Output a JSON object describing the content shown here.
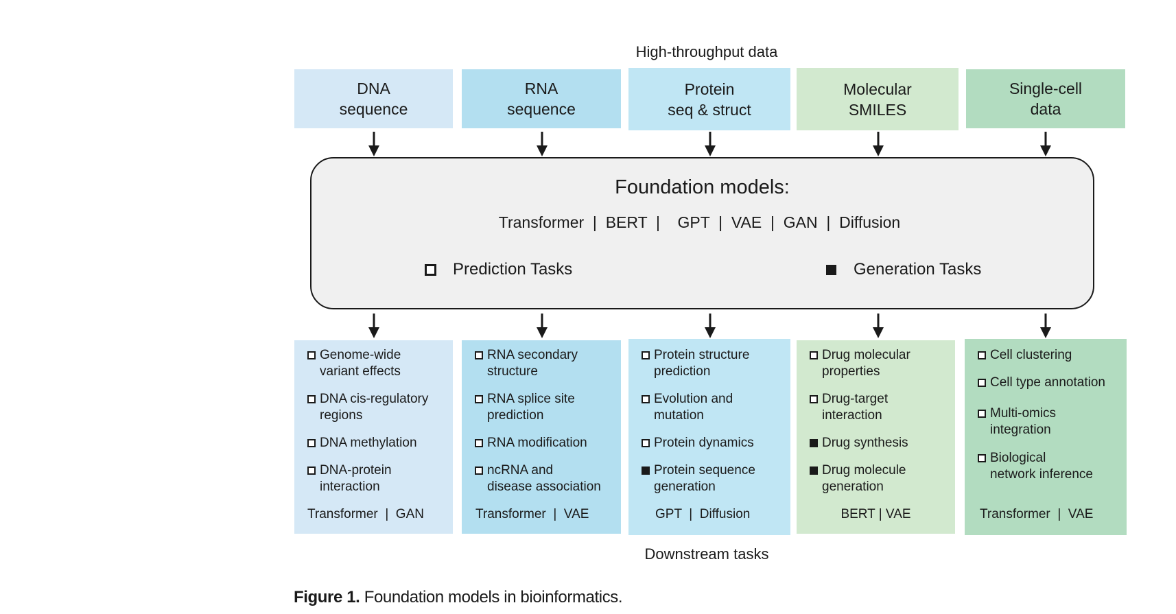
{
  "header": "High-throughput data",
  "footer": "Downstream tasks",
  "inputs": [
    {
      "label": "DNA\nsequence",
      "color": "#d5e8f6"
    },
    {
      "label": "RNA\nsequence",
      "color": "#b3dff0"
    },
    {
      "label": "Protein\nseq & struct",
      "color": "#c0e6f4"
    },
    {
      "label": "Molecular\nSMILES",
      "color": "#d2e9cf"
    },
    {
      "label": "Single-cell\ndata",
      "color": "#b2dcc0"
    }
  ],
  "foundation": {
    "title": "Foundation models:",
    "models": "Transformer  |  BERT  |    GPT  |  VAE  |  GAN  |  Diffusion",
    "legend_prediction": "Prediction Tasks",
    "legend_generation": "Generation Tasks"
  },
  "tasks": [
    {
      "items": [
        {
          "text": "Genome-wide\nvariant effects",
          "type": "prediction"
        },
        {
          "text": "DNA cis-regulatory\nregions",
          "type": "prediction"
        },
        {
          "text": "DNA methylation",
          "type": "prediction"
        },
        {
          "text": "DNA-protein\ninteraction",
          "type": "prediction"
        }
      ],
      "models": "Transformer  |  GAN"
    },
    {
      "items": [
        {
          "text": "RNA secondary\nstructure",
          "type": "prediction"
        },
        {
          "text": "RNA splice site\nprediction",
          "type": "prediction"
        },
        {
          "text": "RNA modification",
          "type": "prediction"
        },
        {
          "text": "ncRNA and\ndisease association",
          "type": "prediction"
        }
      ],
      "models": "Transformer  |  VAE"
    },
    {
      "items": [
        {
          "text": "Protein structure\nprediction",
          "type": "prediction"
        },
        {
          "text": "Evolution and\nmutation",
          "type": "prediction"
        },
        {
          "text": "Protein dynamics",
          "type": "prediction"
        },
        {
          "text": "Protein sequence\ngeneration",
          "type": "generation"
        }
      ],
      "models": "GPT  |  Diffusion"
    },
    {
      "items": [
        {
          "text": "Drug molecular\nproperties",
          "type": "prediction"
        },
        {
          "text": "Drug-target\ninteraction",
          "type": "prediction"
        },
        {
          "text": "Drug synthesis",
          "type": "generation"
        },
        {
          "text": "Drug molecule\ngeneration",
          "type": "generation"
        }
      ],
      "models": "BERT | VAE"
    },
    {
      "items": [
        {
          "text": "Cell clustering",
          "type": "prediction"
        },
        {
          "text": "Cell type annotation",
          "type": "prediction"
        },
        {
          "text": "Multi-omics\nintegration",
          "type": "prediction"
        },
        {
          "text": "Biological\nnetwork inference",
          "type": "prediction"
        }
      ],
      "models": "Transformer  |  VAE"
    }
  ],
  "caption": {
    "label": "Figure 1.",
    "text": " Foundation models in bioinformatics."
  }
}
